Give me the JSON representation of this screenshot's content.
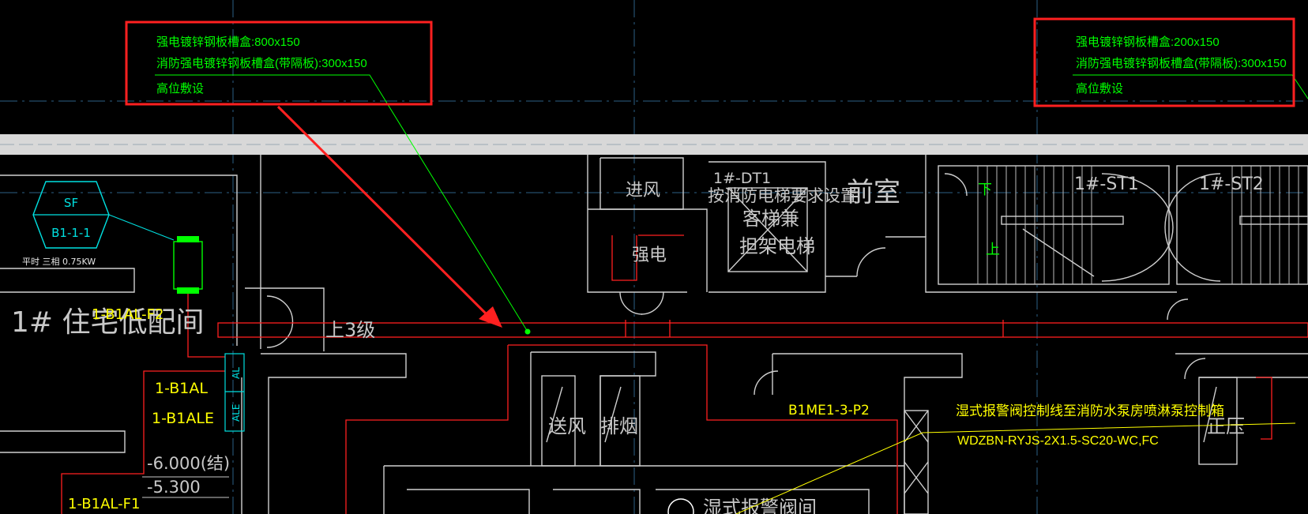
{
  "colors": {
    "background": "#000000",
    "callout_border": "#ff2020",
    "wall": "#d0d0d0",
    "axis": "#2b5f86",
    "power_line": "#ff2020",
    "leader": "#00ff00",
    "yellow": "#ffff00",
    "green": "#00ff00",
    "gray_label": "#c8c8c8"
  },
  "callouts": {
    "left": {
      "line1": "强电镀锌钢板槽盒:800x150",
      "line2": "消防强电镀锌钢板槽盒(带隔板):300x150",
      "line3": "高位敷设"
    },
    "right": {
      "line1": "强电镀锌钢板槽盒:200x150",
      "line2": "消防强电镀锌钢板槽盒(带隔板):300x150",
      "line3": "高位敷设"
    }
  },
  "equipment": {
    "fan_tag": "SF",
    "fan_code": "B1-1-1",
    "fan_rating": "平时 三相 0.75KW"
  },
  "rooms": {
    "distribution_room": "1# 住宅低配间",
    "air_inlet": "进风",
    "strong_current": "强电",
    "elevator_note_1": "按消防电梯要求设置",
    "elevator_note_2": "客梯兼",
    "elevator_note_3": "担架电梯",
    "elevator_tag": "1#-DT1",
    "anteroom": "前室",
    "stair_1": "1#-ST1",
    "stair_2": "1#-ST2",
    "stair_down": "下",
    "stair_up": "上",
    "steps": "上3级",
    "makeup_air": "送风",
    "smoke_exhaust": "排烟",
    "pressurize": "正压",
    "bottom_room_partial": "湿式报警阀间"
  },
  "panels": {
    "feeder_f2": "1-B1AL-F2",
    "panel_al": "1-B1AL",
    "panel_ale": "1-B1ALE",
    "box_al": "AL",
    "box_ale": "ALE",
    "feeder_f1": "1-B1AL-F1",
    "panel_b1me": "B1ME1-3-P2"
  },
  "levels": {
    "structural": "-6.000(结)",
    "finish": "-5.300"
  },
  "cable_note": {
    "line1": "湿式报警阀控制线至消防水泵房喷淋泵控制箱",
    "line2": "WDZBN-RYJS-2X1.5-SC20-WC,FC"
  }
}
